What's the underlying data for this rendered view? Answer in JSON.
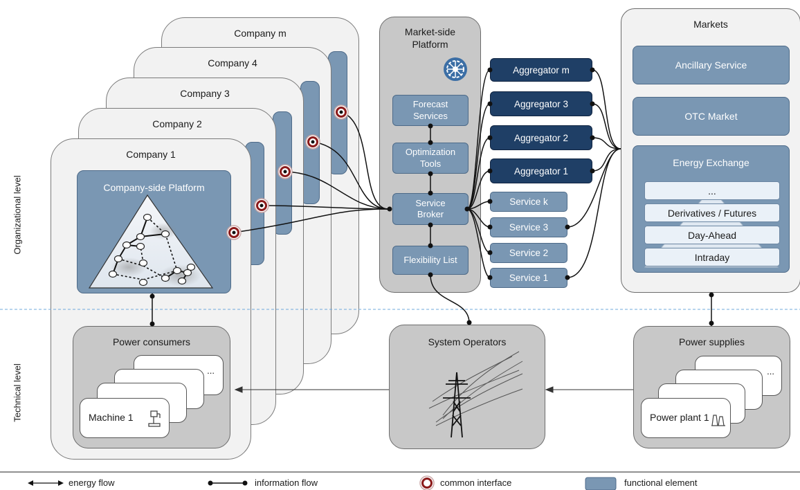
{
  "companies": [
    {
      "label": "Company m"
    },
    {
      "label": "Company 4"
    },
    {
      "label": "Company 3"
    },
    {
      "label": "Company 2"
    },
    {
      "label": "Company 1"
    }
  ],
  "company_platform": {
    "label": "Company-side Platform"
  },
  "power_consumers": {
    "title": "Power consumers",
    "machine_label": "Machine 1",
    "more_label": "..."
  },
  "market_platform": {
    "title": "Market-side Platform",
    "forecast": "Forecast Services",
    "optimization": "Optimization Tools",
    "broker": "Service Broker",
    "flexibility": "Flexibility List"
  },
  "aggregators": [
    "Aggregator m",
    "Aggregator 3",
    "Aggregator 2",
    "Aggregator 1"
  ],
  "services": [
    "Service k",
    "Service 3",
    "Service 2",
    "Service 1"
  ],
  "markets": {
    "title": "Markets",
    "ancillary": "Ancillary Service",
    "otc": "OTC Market",
    "exchange_title": "Energy Exchange",
    "exchange_rows": [
      "...",
      "Derivatives / Futures",
      "Day-Ahead",
      "Intraday"
    ]
  },
  "system_operators": {
    "title": "System Operators"
  },
  "power_supplies": {
    "title": "Power supplies",
    "plant_label": "Power plant 1",
    "more_label": "..."
  },
  "levels": {
    "organizational": "Organizational level",
    "technical": "Technical level"
  },
  "legend": {
    "energy": "energy flow",
    "information": "information flow",
    "interface": "common interface",
    "functional": "functional element"
  },
  "colors": {
    "functional": "#7a97b3",
    "aggregator": "#1f3f66",
    "interface": "#8b1a1a",
    "panel": "#c8c8c8",
    "divider": "#6fa8dc"
  }
}
